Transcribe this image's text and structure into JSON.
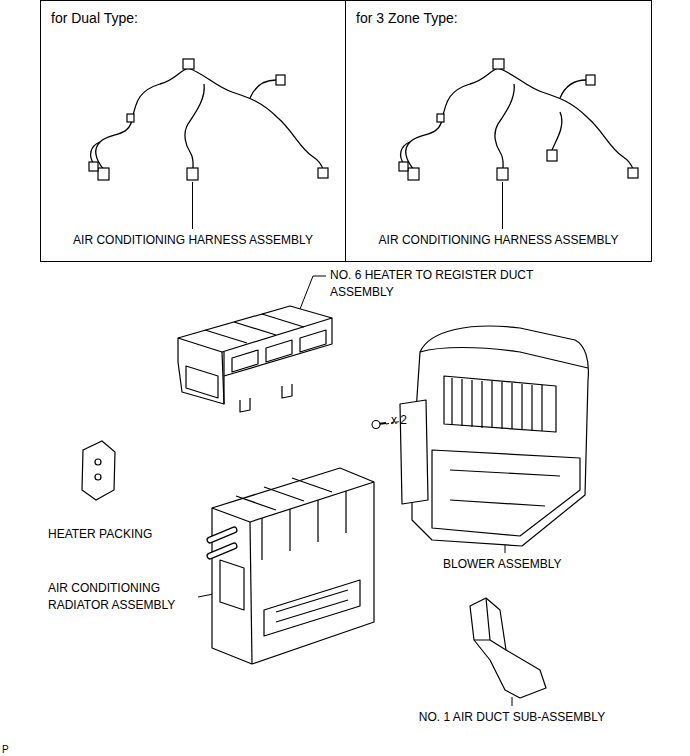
{
  "diagram": {
    "nodes": [
      {
        "text": [
          "for Dual Type:",
          "AIR CONDITIONING HARNESS ASSEMBLY"
        ]
      },
      {
        "text": [
          "for 3 Zone Type:",
          "AIR CONDITIONING HARNESS ASSEMBLY"
        ]
      }
    ],
    "labels": [
      "NO. 6 HEATER TO REGISTER DUCT ASSEMBLY",
      "x 2",
      "HEATER PACKING",
      "BLOWER ASSEMBLY",
      "AIR CONDITIONING RADIATOR ASSEMBLY",
      "NO. 1 AIR DUCT SUB-ASSEMBLY",
      "P"
    ]
  }
}
